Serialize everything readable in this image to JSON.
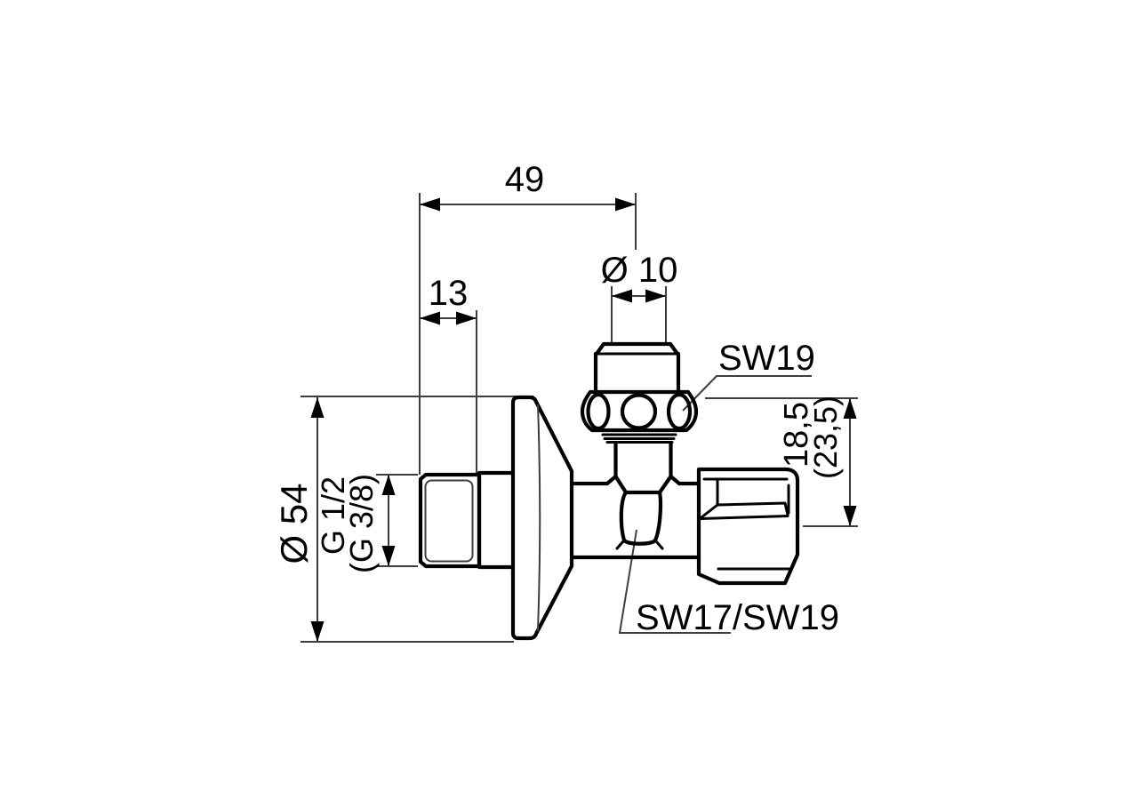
{
  "drawing": {
    "title": "angle valve dimensional drawing",
    "colors": {
      "line": "#000000",
      "thin_line": "#3d3d3d",
      "background": "#ffffff"
    },
    "dimensions": {
      "width_top": "49",
      "thread_length": "13",
      "pipe_diameter": "Ø 10",
      "rosette_diameter": "Ø 54",
      "outlet_height": "18,5",
      "outlet_height_alt": "(23,5)",
      "thread_size": "G 1/2",
      "thread_size_alt": "(G 3/8)"
    },
    "labels": {
      "top_wrench": "SW19",
      "outlet_wrench": "SW17/SW19"
    }
  }
}
